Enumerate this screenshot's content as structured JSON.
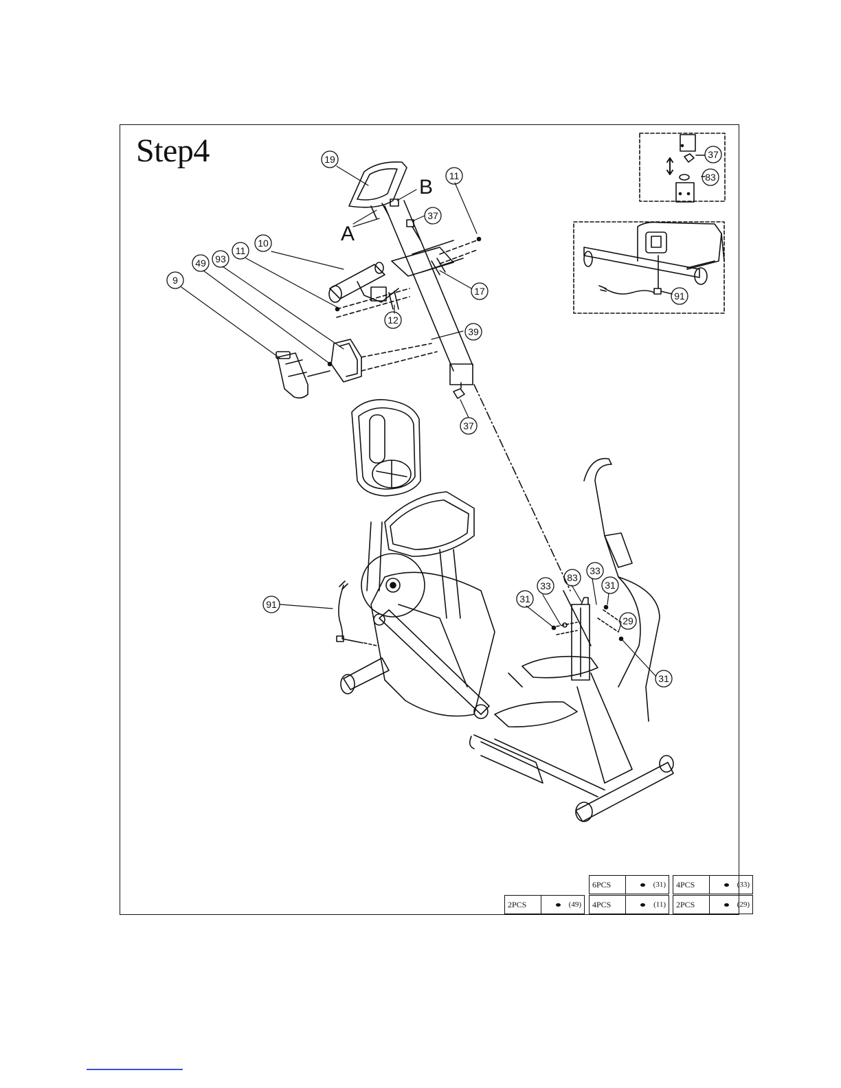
{
  "title": "Step4",
  "labels": {
    "a": "A",
    "b": "B"
  },
  "callouts": {
    "c19": "19",
    "c11_top": "11",
    "c37_upper": "37",
    "c10": "10",
    "c11_left": "11",
    "c93": "93",
    "c49": "49",
    "c9": "9",
    "c17": "17",
    "c12": "12",
    "c39": "39",
    "c37_lower": "37",
    "c91_main": "91",
    "c33_left": "33",
    "c83_main": "83",
    "c33_right": "33",
    "c31_top": "31",
    "c31_left": "31",
    "c29": "29",
    "c31_bottom": "31",
    "inset1_37": "37",
    "inset1_83": "83",
    "inset2_91": "91"
  },
  "hardware": {
    "row1": [
      {
        "qty": "6PCS",
        "part": "(31)"
      },
      {
        "qty": "4PCS",
        "part": "(33)"
      }
    ],
    "row2": [
      {
        "qty": "2PCS",
        "part": "(49)"
      },
      {
        "qty": "4PCS",
        "part": "(11)"
      },
      {
        "qty": "2PCS",
        "part": "(29)"
      }
    ]
  }
}
